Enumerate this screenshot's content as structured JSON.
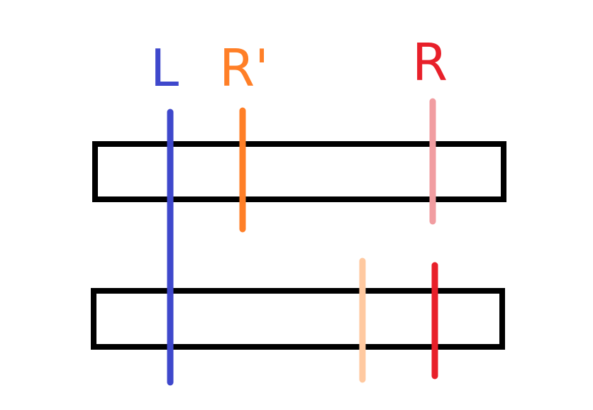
{
  "labels": {
    "left": "L",
    "right_prime": "R'",
    "right": "R"
  },
  "colors": {
    "left": "#3f48cc",
    "right_prime": "#ff7f27",
    "right_prime_faded": "#ffc9a0",
    "right": "#e8202a",
    "right_faded": "#f19da1",
    "box_stroke": "#000000",
    "background": "#ffffff"
  }
}
